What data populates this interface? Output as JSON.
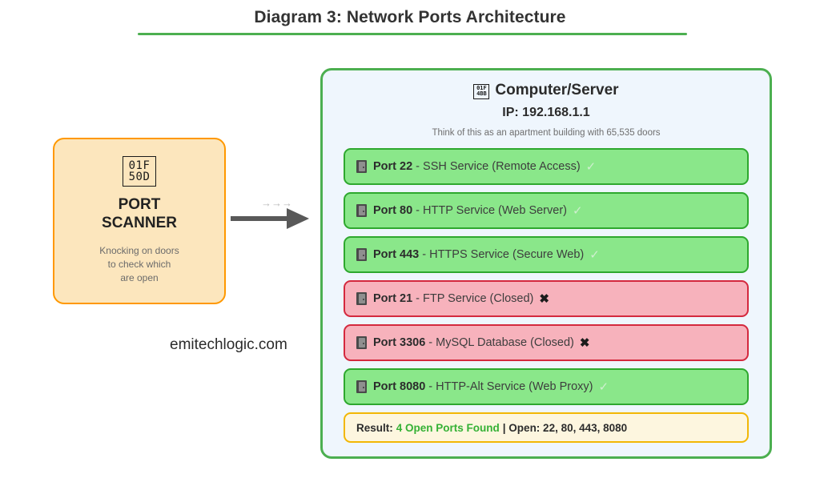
{
  "title": {
    "text": "Diagram 3: Network Ports Architecture",
    "rule_color": "#4CAF50"
  },
  "scanner": {
    "icon_name": "magnifying-glass-tofu-icon",
    "icon_hex_top": "01F",
    "icon_hex_bottom": "50D",
    "title_line1": "PORT",
    "title_line2": "SCANNER",
    "subtitle_line1": "Knocking on doors",
    "subtitle_line2": "to check which",
    "subtitle_line3": "are open",
    "border_color": "#FF9800",
    "fill_color": "#FCE6BD"
  },
  "connector": {
    "ticks": "→→→",
    "arrow_color": "#595959"
  },
  "watermark": {
    "text": "emitechlogic.com"
  },
  "server": {
    "icon_name": "laptop-tofu-icon",
    "icon_hex_top": "01F",
    "icon_hex_bottom": "4BB",
    "heading": "Computer/Server",
    "ip_label": "IP: 192.168.1.1",
    "note": "Think of this as an apartment building with 65,535 doors",
    "border_color": "#4CAF50",
    "fill_color": "#EFF6FD",
    "ports": [
      {
        "port_label": "Port 22",
        "description": "- SSH Service (Remote Access)",
        "state": "open",
        "mark": "✓"
      },
      {
        "port_label": "Port 80",
        "description": "- HTTP Service (Web Server)",
        "state": "open",
        "mark": "✓"
      },
      {
        "port_label": "Port 443",
        "description": "- HTTPS Service (Secure Web)",
        "state": "open",
        "mark": "✓"
      },
      {
        "port_label": "Port 21",
        "description": "- FTP Service (Closed)",
        "state": "closed",
        "mark": "✖"
      },
      {
        "port_label": "Port 3306",
        "description": "- MySQL Database (Closed)",
        "state": "closed",
        "mark": "✖"
      },
      {
        "port_label": "Port 8080",
        "description": "- HTTP-Alt Service (Web Proxy)",
        "state": "open",
        "mark": "✓"
      }
    ],
    "result": {
      "label": "Result:",
      "count": "4 Open Ports Found",
      "tail": "| Open: 22, 80, 443, 8080",
      "count_color": "#35B135",
      "border_color": "#F2B705",
      "fill_color": "#FDF6DF"
    }
  }
}
